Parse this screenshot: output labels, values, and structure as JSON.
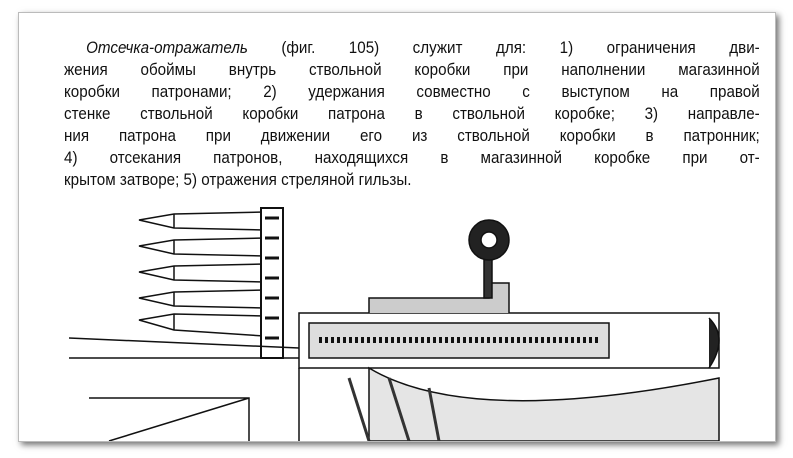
{
  "paragraph": {
    "term": "Отсечка-отражатель",
    "lines": [
      " (фиг. 105)  служит для:  1)  ограничения  дви-",
      "жения обоймы внутрь ствольной коробки при наполнении магазинной",
      "коробки патронами;  2)  удержания  совместно  с  выступом  на  правой",
      "стенке ствольной коробки патрона в ствольной коробке;  3)  направле-",
      "ния  патрона при движении его из ствольной коробки  в  патронник;",
      "4)  отсекания  патронов,  находящихся  в  магазинной  коробке  при  от-",
      "крытом затворе;  5)  отражения  стреляной  гильзы."
    ]
  },
  "figure": {
    "label": "rifle-receiver-cutaway-illustration"
  }
}
